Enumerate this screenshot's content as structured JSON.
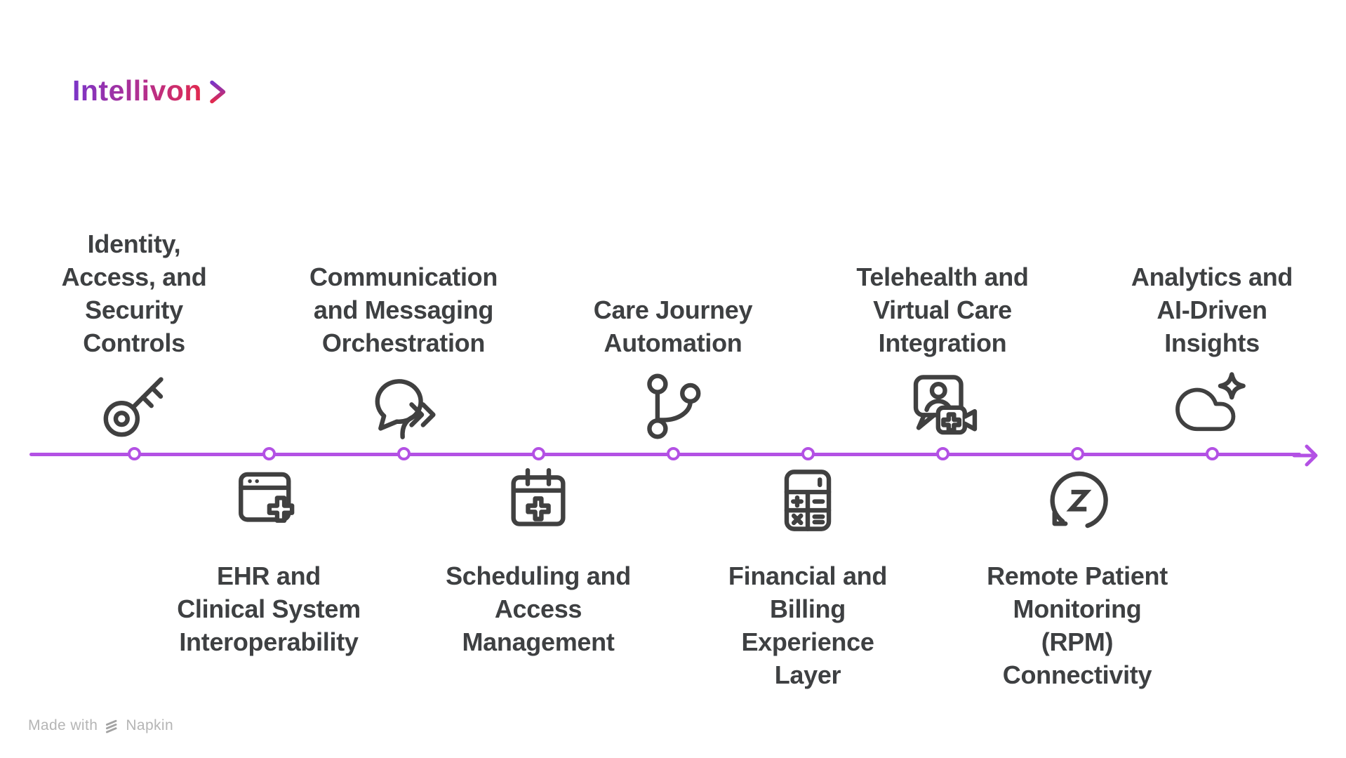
{
  "brand": {
    "name": "Intellivon",
    "chevron_icon": "chevron-right-icon",
    "gradient_from": "#7b35c8",
    "gradient_to": "#e1294e"
  },
  "timeline": {
    "accent_color": "#b351e4",
    "icon_stroke_color": "#404040",
    "label_color": "#3e4042",
    "direction": "left-to-right",
    "items_above": [
      {
        "label": "Identity,\nAccess, and\nSecurity\nControls",
        "icon": "key-icon"
      },
      {
        "label": "Communication\nand Messaging\nOrchestration",
        "icon": "message-arrow-icon"
      },
      {
        "label": "Care Journey\nAutomation",
        "icon": "branch-icon"
      },
      {
        "label": "Telehealth and\nVirtual Care\nIntegration",
        "icon": "telehealth-video-icon"
      },
      {
        "label": "Analytics and\nAI-Driven\nInsights",
        "icon": "ai-cloud-sparkle-icon"
      }
    ],
    "items_below": [
      {
        "label": "EHR and\nClinical System\nInteroperability",
        "icon": "browser-medical-icon"
      },
      {
        "label": "Scheduling and\nAccess\nManagement",
        "icon": "calendar-medical-icon"
      },
      {
        "label": "Financial and\nBilling\nExperience\nLayer",
        "icon": "calculator-icon"
      },
      {
        "label": "Remote Patient\nMonitoring\n(RPM)\nConnectivity",
        "icon": "sync-z-icon"
      }
    ]
  },
  "footer": {
    "made_with": "Made with",
    "brand": "Napkin",
    "logo_icon": "napkin-logo-icon",
    "text_color": "#b5b5b5"
  }
}
